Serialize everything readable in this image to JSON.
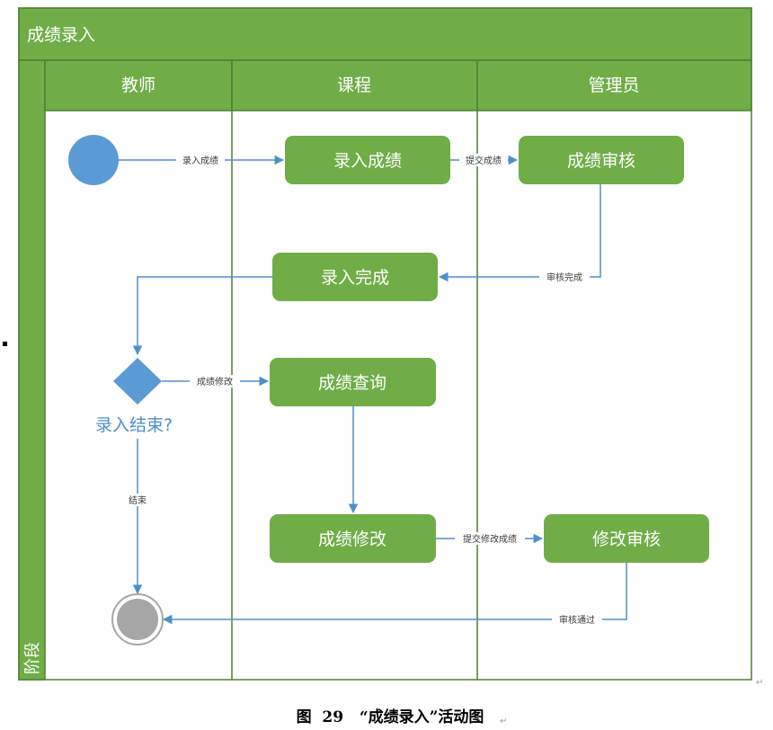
{
  "pool_title": "成绩录入",
  "stage_label": "阶段",
  "lanes": [
    "教师",
    "课程",
    "管理员"
  ],
  "nodes": {
    "enter_grades": "录入成绩",
    "grade_review": "成绩审核",
    "entry_complete": "录入完成",
    "grade_query": "成绩查询",
    "grade_modify": "成绩修改",
    "modify_review": "修改审核"
  },
  "decision_label": "录入结束?",
  "edges": {
    "start_to_enter": "录入成绩",
    "enter_to_review": "提交成绩",
    "review_to_complete": "审核完成",
    "decision_to_query": "成绩修改",
    "decision_to_end": "结束",
    "modify_to_review": "提交修改成绩",
    "review_to_end": "审核通过"
  },
  "caption": "图  29   “成绩录入”活动图",
  "colors": {
    "green": "#70ad47",
    "green_dark": "#4f7f30",
    "blue": "#5b9bd5",
    "line": "#4e8fcb",
    "gray": "#a6a6a6"
  }
}
